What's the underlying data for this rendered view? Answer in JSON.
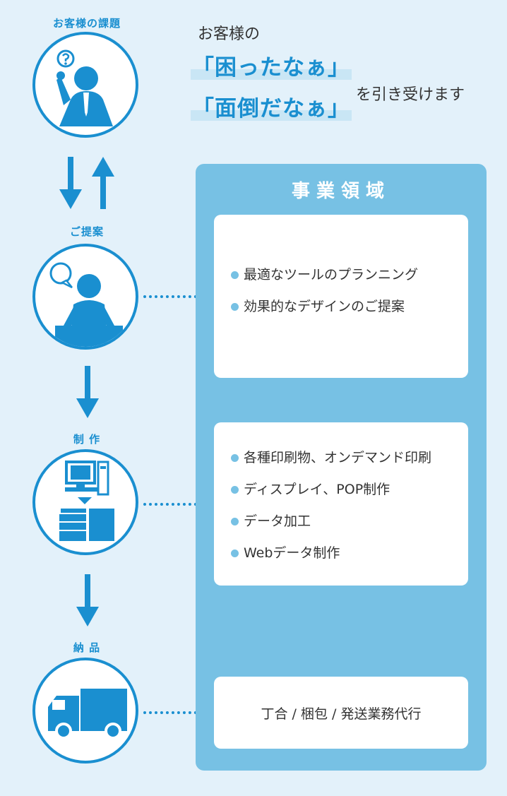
{
  "steps": [
    {
      "label": "お客様の課題"
    },
    {
      "label": "ご提案"
    },
    {
      "label": "制 作"
    },
    {
      "label": "納 品"
    }
  ],
  "headline": {
    "intro": "お客様の",
    "line1": "「困ったなぁ」",
    "line2": "「面倒だなぁ」",
    "outro": "を引き受けます"
  },
  "panel": {
    "title": "事業領域",
    "cards": [
      {
        "items": [
          "最適なツールのプランニング",
          "効果的なデザインのご提案"
        ]
      },
      {
        "items": [
          "各種印刷物、オンデマンド印刷",
          "ディスプレイ、POP制作",
          "データ加工",
          "Webデータ制作"
        ]
      },
      {
        "text": "丁合 / 梱包 / 発送業務代行"
      }
    ]
  },
  "colors": {
    "accent": "#1a8fd0",
    "panel": "#77c1e4",
    "background": "#e3f1fa"
  }
}
